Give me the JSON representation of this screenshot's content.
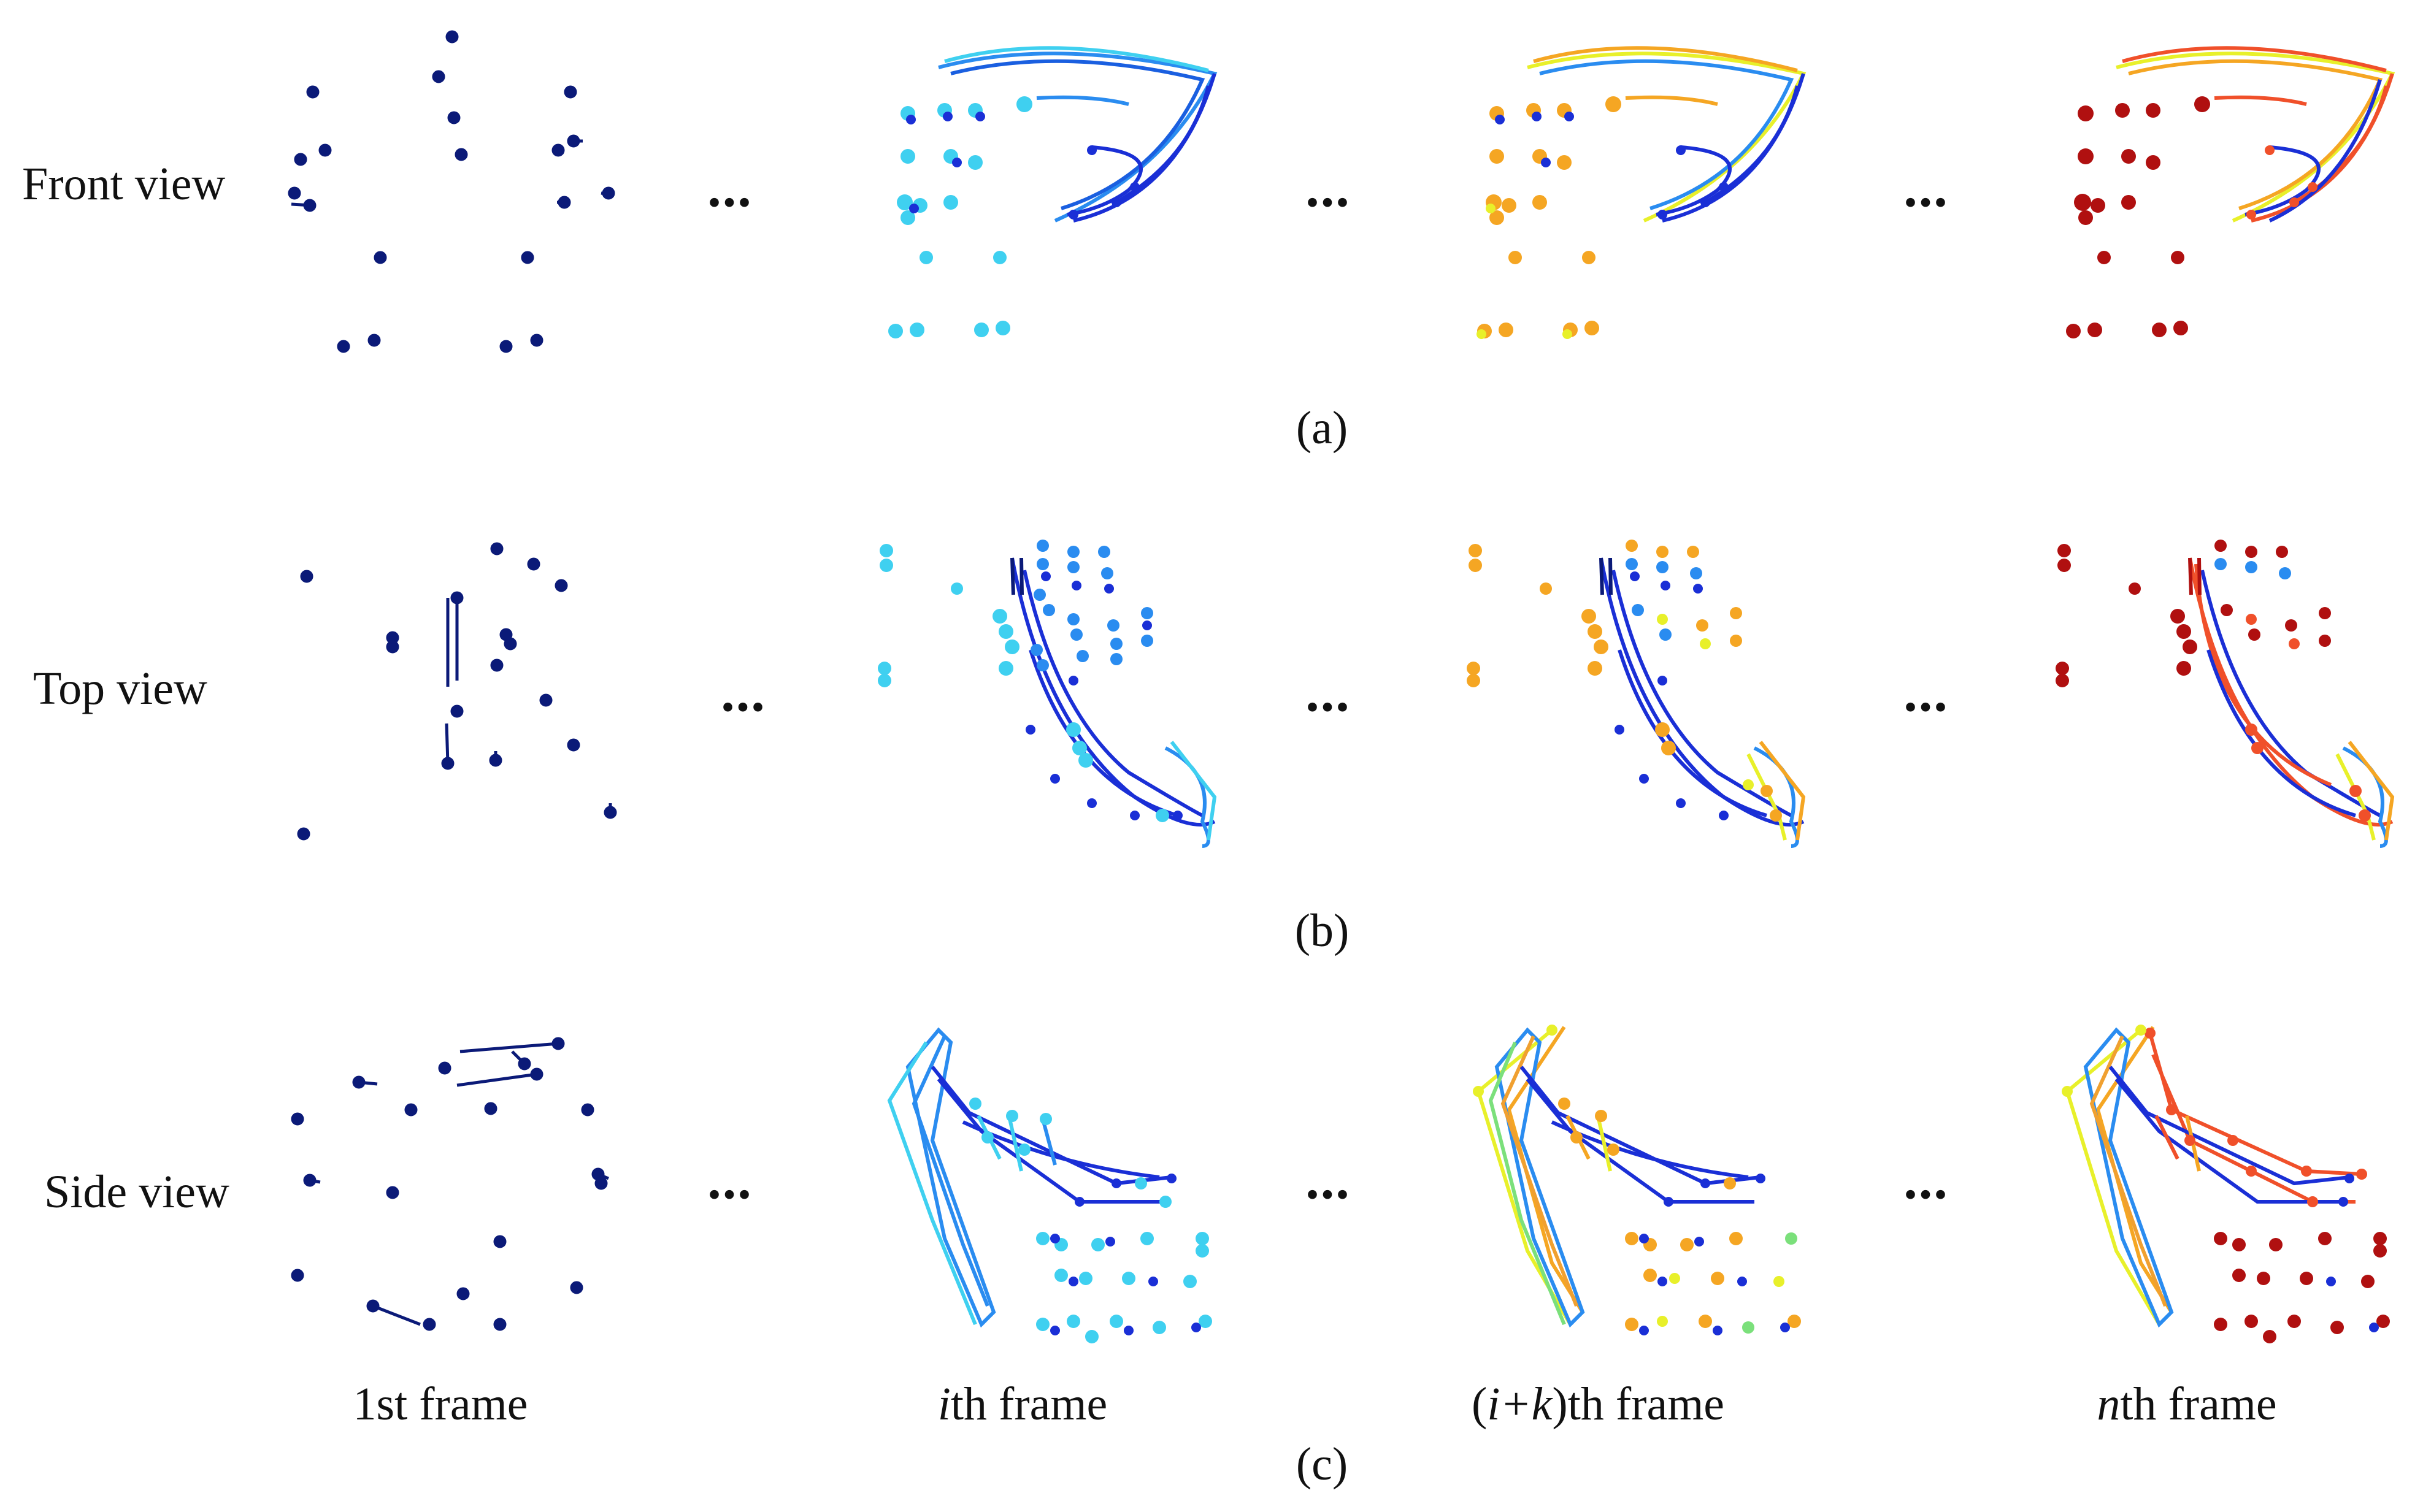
{
  "rows": [
    {
      "label": "Front view",
      "caption": "(a)"
    },
    {
      "label": "Top view",
      "caption": "(b)"
    },
    {
      "label": "Side view",
      "caption": "(c)"
    }
  ],
  "columns": [
    {
      "pre": "",
      "italic": "",
      "post": "1st frame"
    },
    {
      "pre": "",
      "italic": "i",
      "post": "th frame"
    },
    {
      "pre": "(",
      "italic": "i+k",
      "post": ")th frame"
    },
    {
      "pre": "",
      "italic": "n",
      "post": "th frame"
    }
  ],
  "ellipsis": "...",
  "colors": {
    "first_frame": "#0b1a78",
    "dark_blue": "#1a2fd6",
    "light_blue": "#2a8cf0",
    "cyan": "#3fd0f0",
    "yellow": "#e8f02a",
    "orange": "#f5a623",
    "red_orange": "#f0502a",
    "dark_red": "#b01010",
    "green": "#7be07b"
  }
}
